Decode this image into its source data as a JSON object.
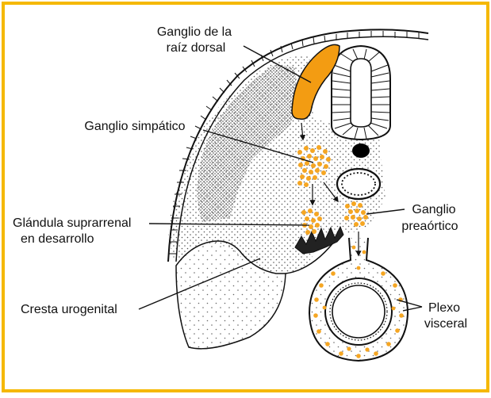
{
  "colors": {
    "frame": "#F5B800",
    "ganglion": "#F39C12",
    "ink": "#111111",
    "tissue_dots": "#555555"
  },
  "labels": {
    "dorsal_root_ganglion_l1": "Ganglio de la",
    "dorsal_root_ganglion_l2": "raíz dorsal",
    "sympathetic_ganglion": "Ganglio simpático",
    "adrenal_l1": "Glándula suprarrenal",
    "adrenal_l2": "en desarrollo",
    "urogenital_ridge": "Cresta urogenital",
    "preaortic_ganglion_l1": "Ganglio",
    "preaortic_ganglion_l2": "preaórtico",
    "visceral_plexus_l1": "Plexo",
    "visceral_plexus_l2": "visceral"
  }
}
